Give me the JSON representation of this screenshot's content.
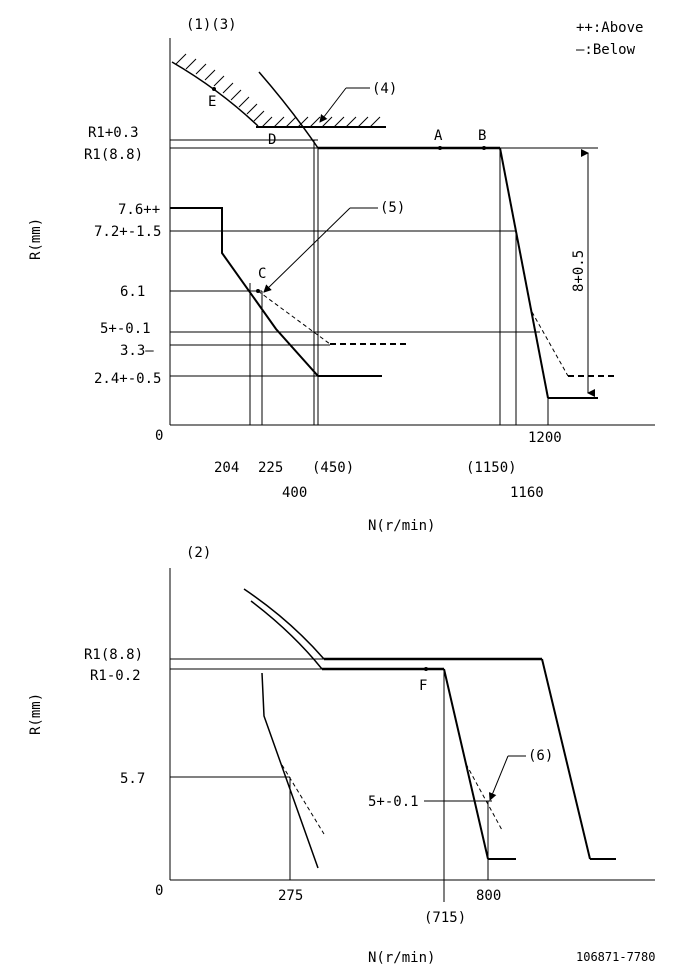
{
  "legend": {
    "above": "++:Above",
    "below": "—:Below"
  },
  "doc_number": "106871-7780",
  "upper": {
    "panel_label": "(1)(3)",
    "ylabel": "R(mm)",
    "xlabel": "N(r/min)",
    "origin": "0",
    "y_ticks": [
      "R1+0.3",
      "R1(8.8)",
      "7.6++",
      "7.2+-1.5",
      "6.1",
      "5+-0.1",
      "3.3—",
      "2.4+-0.5"
    ],
    "x_ticks_row1": [
      "204",
      "225",
      "(450)",
      "(1150)",
      "1200"
    ],
    "x_ticks_row2": [
      "400",
      "1160"
    ],
    "points": [
      "E",
      "D",
      "A",
      "B",
      "C"
    ],
    "callouts": [
      "(4)",
      "(5)"
    ],
    "dim_label": "8+0.5"
  },
  "lower": {
    "panel_label": "(2)",
    "ylabel": "R(mm)",
    "xlabel": "N(r/min)",
    "origin": "0",
    "y_ticks": [
      "R1(8.8)",
      "R1-0.2",
      "5.7"
    ],
    "inline_label": "5+-0.1",
    "x_ticks_row1": [
      "275",
      "800"
    ],
    "x_ticks_row2": [
      "(715)"
    ],
    "points": [
      "F"
    ],
    "callouts": [
      "(6)"
    ]
  }
}
